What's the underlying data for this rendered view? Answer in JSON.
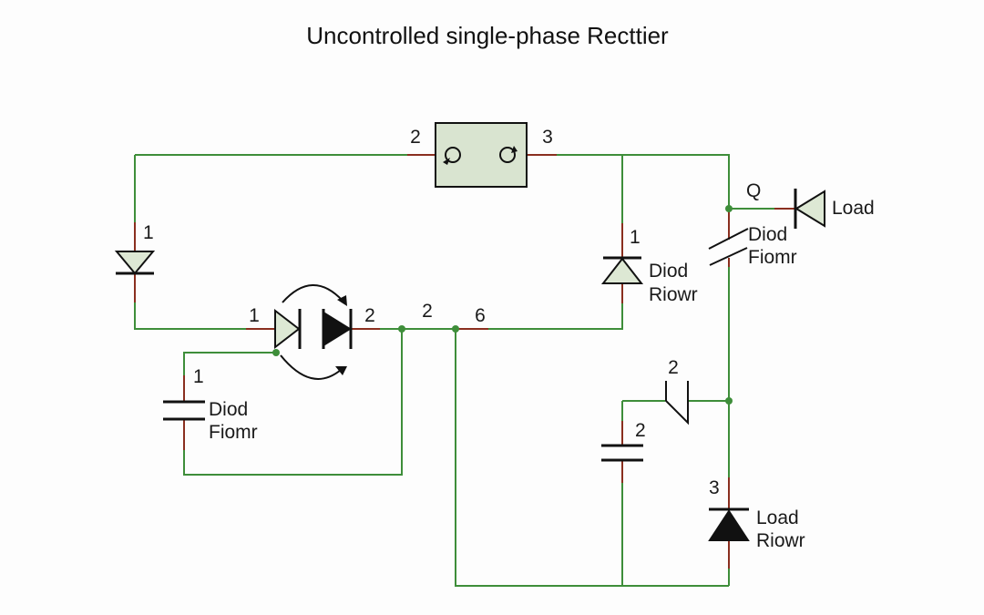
{
  "title": "Uncontrolled single-phase Recttier",
  "source_block": {
    "pin_left": "2",
    "pin_right": "3"
  },
  "left_diode": {
    "pin": "1"
  },
  "center_pair": {
    "pin_left": "1",
    "pin_right": "2"
  },
  "node_labels": {
    "mid": "2",
    "right": "6"
  },
  "left_capacitor": {
    "pin": "1",
    "label_line1": "Diod",
    "label_line2": "Fiomr"
  },
  "mid_diode": {
    "pin": "1",
    "label_line1": "Diod",
    "label_line2": "Riowr"
  },
  "top_right": {
    "node_label": "Q",
    "load_label": "Load",
    "switch_line1": "Diod",
    "switch_line2": "Fiomr"
  },
  "mid_switch": {
    "pin": "2"
  },
  "right_capacitor": {
    "pin": "2"
  },
  "bottom_diode": {
    "pin": "3",
    "label_line1": "Load",
    "label_line2": "Riowr"
  },
  "colors": {
    "wire": "#3e8e3a",
    "stub": "#8a2f1f",
    "symbol": "#111111",
    "block_fill": "#d9e4d0"
  }
}
